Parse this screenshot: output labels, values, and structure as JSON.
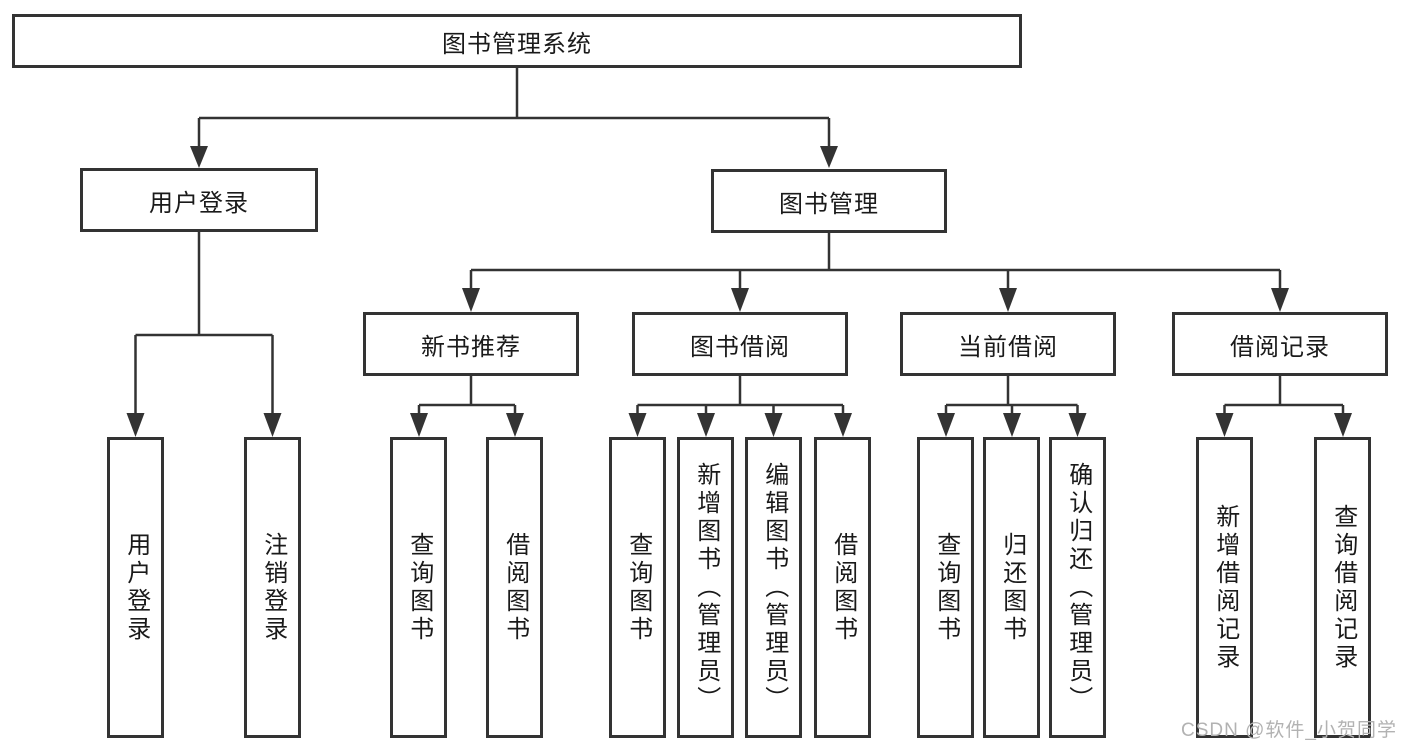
{
  "tree": {
    "root": "图书管理系统",
    "level2": [
      "用户登录",
      "图书管理"
    ],
    "level3": [
      "新书推荐",
      "图书借阅",
      "当前借阅",
      "借阅记录"
    ],
    "leaves": {
      "user": [
        "用户登录",
        "注销登录"
      ],
      "recommend": [
        "查询图书",
        "借阅图书"
      ],
      "borrow": [
        "查询图书",
        "新增图书（管理员）",
        "编辑图书（管理员）",
        "借阅图书"
      ],
      "current": [
        "查询图书",
        "归还图书",
        "确认归还（管理员）"
      ],
      "records": [
        "新增借阅记录",
        "查询借阅记录"
      ]
    }
  },
  "watermark": "CSDN @软件_小贺同学",
  "colors": {
    "line": "#333333",
    "text": "#1a1a1a",
    "background": "#ffffff",
    "watermark": "#b2b2b2"
  }
}
